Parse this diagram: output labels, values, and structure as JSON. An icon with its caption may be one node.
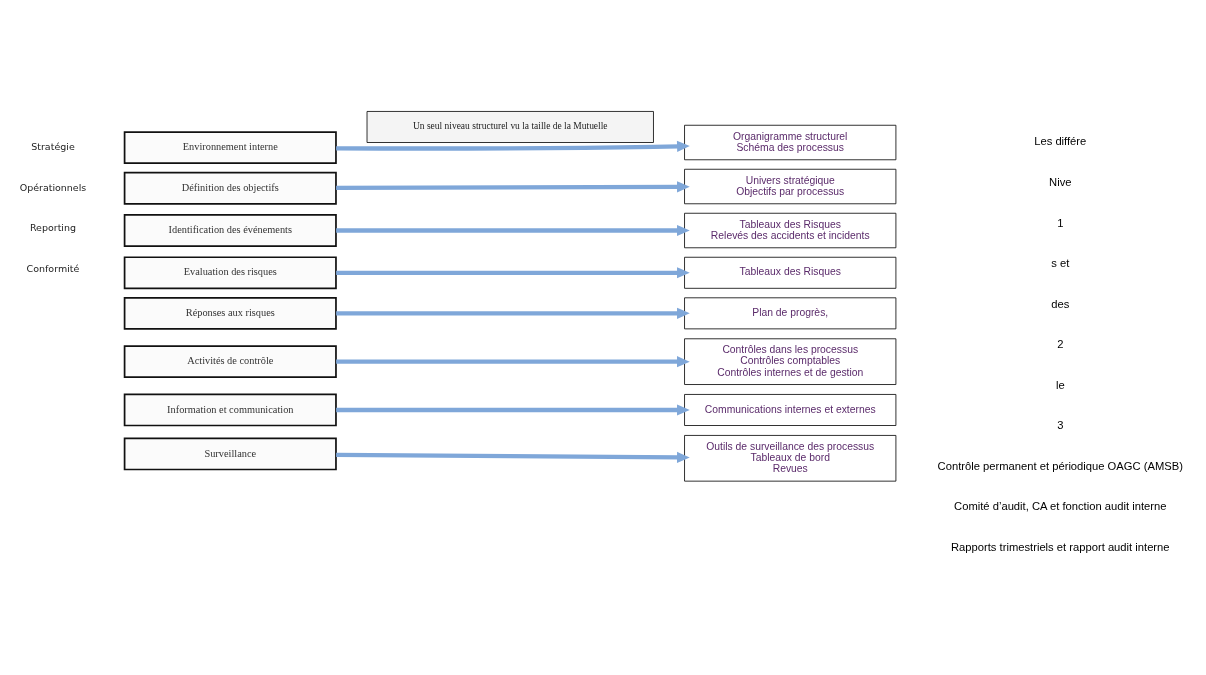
{
  "diagram": {
    "nodes": [
      {
        "text": [
          "Environnement interne"
        ]
      },
      {
        "text": [
          "Définition des objectifs"
        ]
      },
      {
        "text": [
          "Identification des événements"
        ]
      },
      {
        "text": [
          "Evaluation des risques"
        ]
      },
      {
        "text": [
          "Réponses aux risques"
        ]
      },
      {
        "text": [
          "Activités de contrôle"
        ]
      },
      {
        "text": [
          "Information et communication"
        ]
      },
      {
        "text": [
          "Surveillance"
        ]
      },
      {
        "text": [
          "Organigramme structurel",
          "Schéma des processus"
        ]
      },
      {
        "text": [
          "Univers stratégique",
          "Objectifs par processus"
        ]
      },
      {
        "text": [
          "Tableaux des Risques",
          "Relevés des accidents et incidents"
        ]
      },
      {
        "text": [
          "Tableaux des Risques"
        ]
      },
      {
        "text": [
          "Plan de progrès,"
        ]
      },
      {
        "text": [
          "Contrôles dans les processus",
          "Contrôles comptables",
          "Contrôles internes et de gestion"
        ]
      },
      {
        "text": [
          "Communications internes et externes"
        ]
      },
      {
        "text": [
          "Outils de surveillance des processus",
          "Tableaux de bord",
          "Revues"
        ]
      }
    ],
    "edges": [
      {
        "from": 0,
        "to": 8,
        "arrow": "to"
      },
      {
        "from": 1,
        "to": 9,
        "arrow": "to"
      },
      {
        "from": 2,
        "to": 10,
        "arrow": "to"
      },
      {
        "from": 3,
        "to": 11,
        "arrow": "to"
      },
      {
        "from": 4,
        "to": 12,
        "arrow": "to"
      },
      {
        "from": 5,
        "to": 13,
        "arrow": "to"
      },
      {
        "from": 6,
        "to": 14,
        "arrow": "to"
      },
      {
        "from": 7,
        "to": 15,
        "arrow": "to"
      }
    ],
    "labels": [
      "Stratégie",
      "Opérationnels",
      "Reporting",
      "Conformité",
      "Un seul niveau structurel vu la taille de la Mutuelle",
      "Les différe",
      "Nive",
      "1",
      "s et",
      "des",
      "2",
      "le",
      "3",
      "Contrôle permanent et périodique OAGC (AMSB)",
      "Comité d’audit, CA et fonction audit interne",
      "Rapports trimestriels et rapport audit interne"
    ]
  }
}
